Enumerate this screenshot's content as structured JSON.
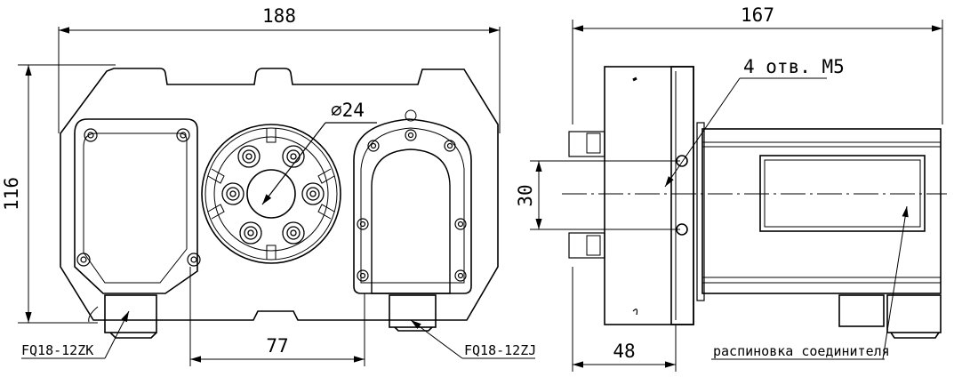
{
  "front_view": {
    "width_dim": "188",
    "height_dim": "116",
    "bore_dim": "∅24",
    "spacing_dim": "77",
    "left_connector": "FQ18-12ZK",
    "right_connector": "FQ18-12ZJ"
  },
  "side_view": {
    "length_dim": "167",
    "hole_note": "4 отв. М5",
    "hole_spacing_dim": "30",
    "flange_dim": "48",
    "pinout_note": "распиновка соединителя"
  }
}
